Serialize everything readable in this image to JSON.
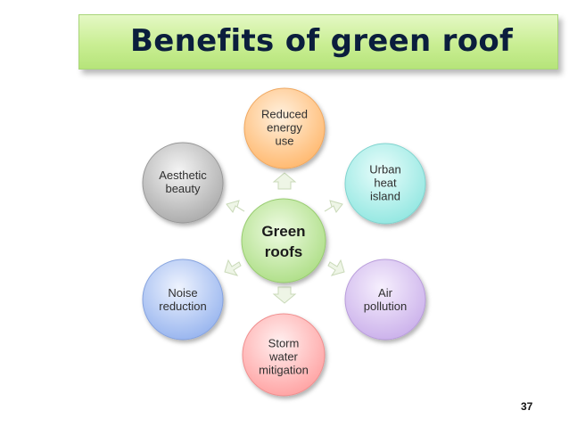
{
  "slide": {
    "title": "Benefits of green roof",
    "page_number": "37"
  },
  "diagram": {
    "center": {
      "label": "Green\nroofs",
      "color": "#c6eca3"
    },
    "nodes": [
      {
        "id": "reduced-energy-use",
        "label": "Reduced\nenergy\nuse",
        "color": "#ffc98e"
      },
      {
        "id": "urban-heat-island",
        "label": "Urban\nheat\nisland",
        "color": "#aef2ee"
      },
      {
        "id": "air-pollution",
        "label": "Air\npollution",
        "color": "#dcc6f2"
      },
      {
        "id": "storm-water-mitigation",
        "label": "Storm\nwater\nmitigation",
        "color": "#ffbcbc"
      },
      {
        "id": "noise-reduction",
        "label": "Noise\nreduction",
        "color": "#b6caf4"
      },
      {
        "id": "aesthetic-beauty",
        "label": "Aesthetic\nbeauty",
        "color": "#c8c8c8"
      }
    ]
  }
}
